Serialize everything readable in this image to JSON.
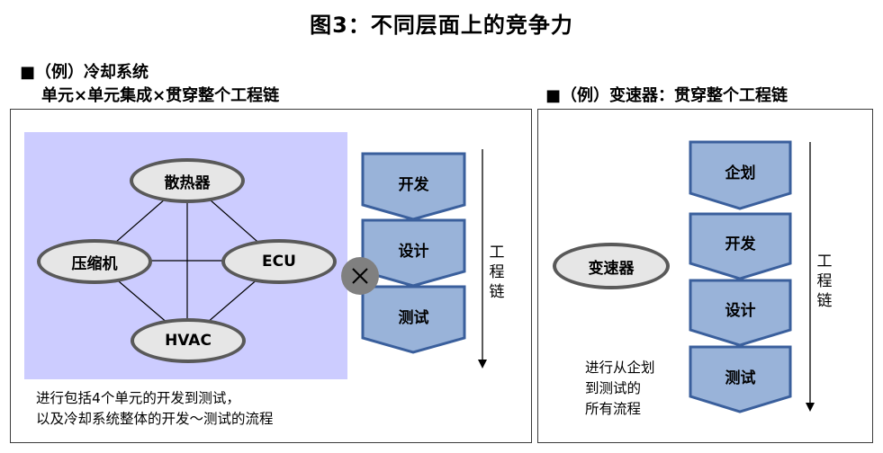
{
  "title": "图3：不同层面上的竞争力",
  "left": {
    "heading_line1": "■（例）冷却系统",
    "heading_line2": "单元×单元集成×贯穿整个工程链",
    "nodes": {
      "top": "散热器",
      "left": "压缩机",
      "right": "ECU",
      "bottom": "HVAC"
    },
    "steps": [
      "开发",
      "设计",
      "测试"
    ],
    "chain_label": [
      "工",
      "程",
      "链"
    ],
    "note_line1": "进行包括4个单元的开发到测试，",
    "note_line2": "以及冷却系统整体的开发～测试的流程"
  },
  "right": {
    "heading": "■（例）变速器：贯穿整个工程链",
    "node": "变速器",
    "steps": [
      "企划",
      "开发",
      "设计",
      "测试"
    ],
    "chain_label": [
      "工",
      "程",
      "链"
    ],
    "note_lines": [
      "进行从企划",
      "到测试的",
      "所有流程"
    ]
  },
  "colors": {
    "chevron_fill": "#99b3d9",
    "chevron_stroke": "#3a5f9c",
    "node_fill": "#e6e6e6",
    "node_stroke": "#595959",
    "highlight_bg": "#ccccff",
    "cross_circle": "#808080"
  }
}
